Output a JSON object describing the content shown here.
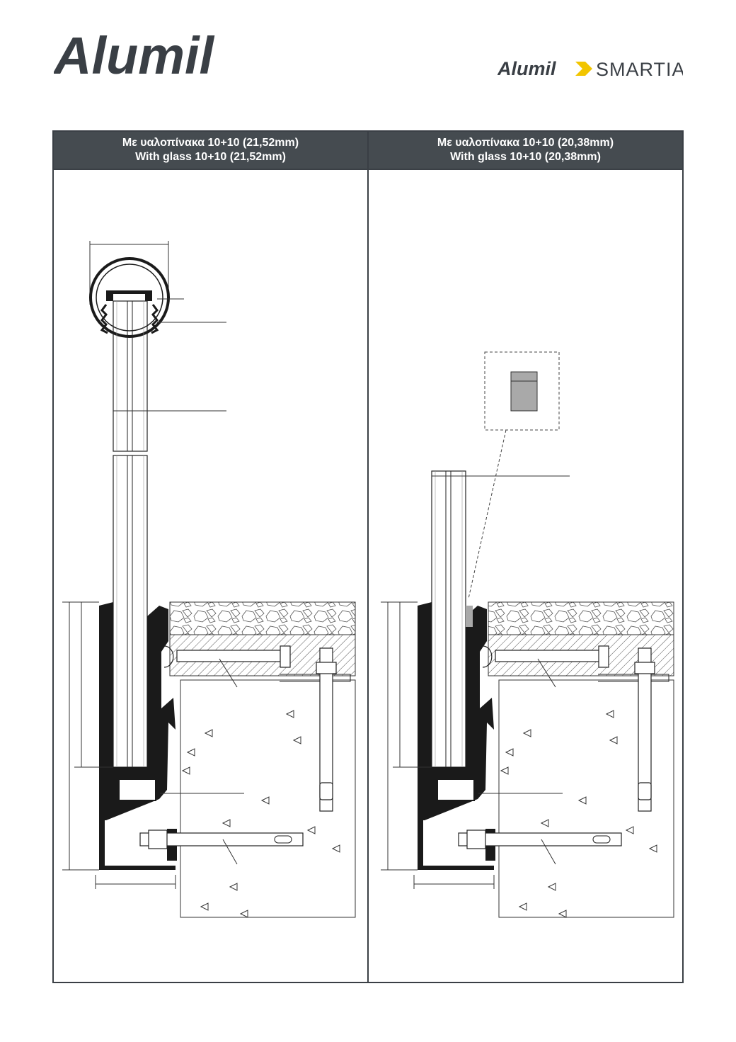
{
  "brand": {
    "logo_text": "Alumil",
    "sub_logo_brand": "Alumil",
    "sub_logo_product": "SMARTIA",
    "accent_color": "#f2c500",
    "logo_color": "#3a3f45"
  },
  "columns": [
    {
      "title_gr": "Με υαλοπίνακα 10+10 (21,52mm)",
      "title_en": "With glass 10+10 (21,52mm)"
    },
    {
      "title_gr": "Με υαλοπίνακα 10+10 (20,38mm)",
      "title_en": "With glass 10+10 (20,38mm)"
    }
  ],
  "colors": {
    "header_bg": "#454b50",
    "frame": "#3a3f45",
    "profile": "#1a1a1a",
    "concrete_line": "#333333",
    "gray_block": "#a9a9a9"
  }
}
